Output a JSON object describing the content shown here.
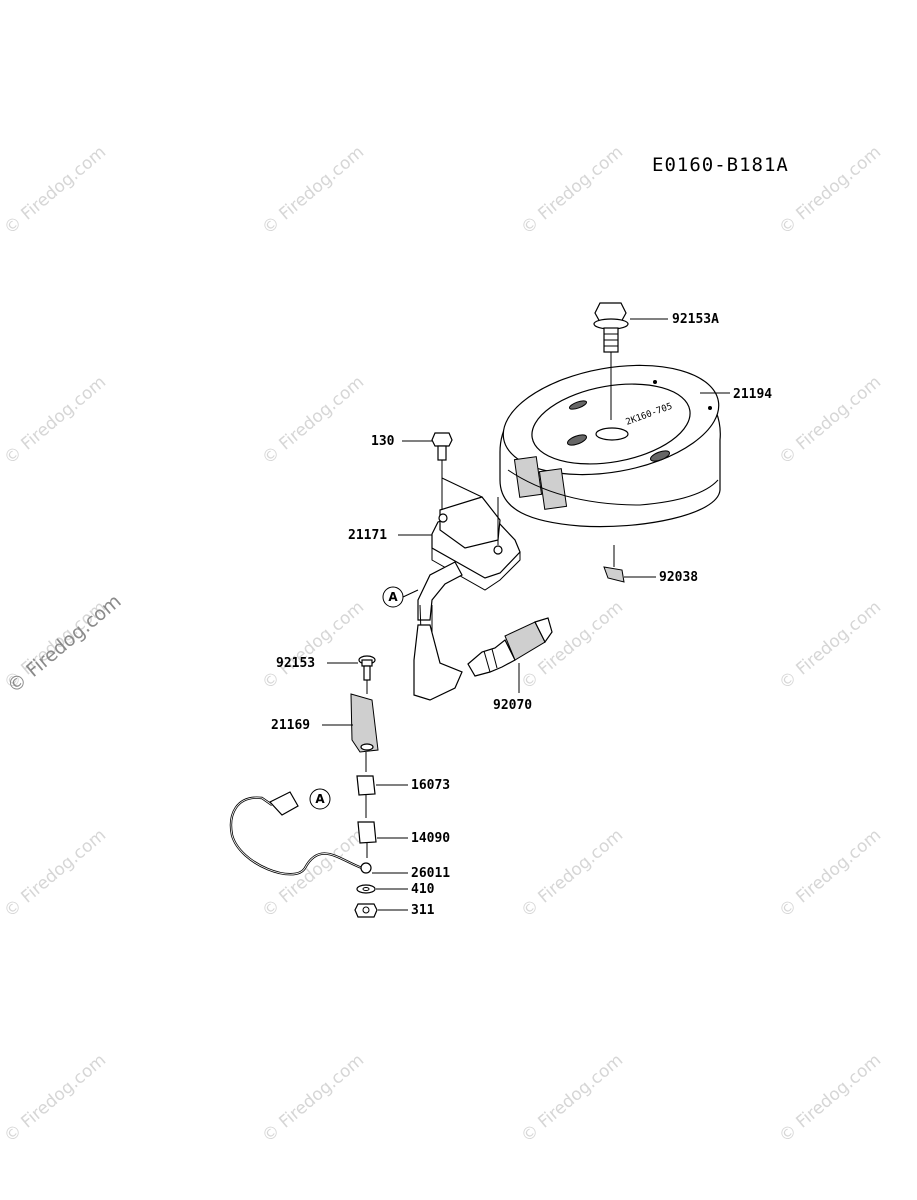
{
  "diagram_code": "E0160-B181A",
  "watermark": {
    "text": "© Firedog.com",
    "side_text": "© Firedog.com"
  },
  "parts": [
    {
      "id": "92153A"
    },
    {
      "id": "21194"
    },
    {
      "id": "130"
    },
    {
      "id": "21171"
    },
    {
      "id": "92038"
    },
    {
      "id": "92153"
    },
    {
      "id": "92070"
    },
    {
      "id": "21169"
    },
    {
      "id": "16073"
    },
    {
      "id": "14090"
    },
    {
      "id": "26011"
    },
    {
      "id": "410"
    },
    {
      "id": "311"
    }
  ],
  "callouts": [
    "A",
    "A"
  ],
  "flywheel_marking": "2K160-705"
}
